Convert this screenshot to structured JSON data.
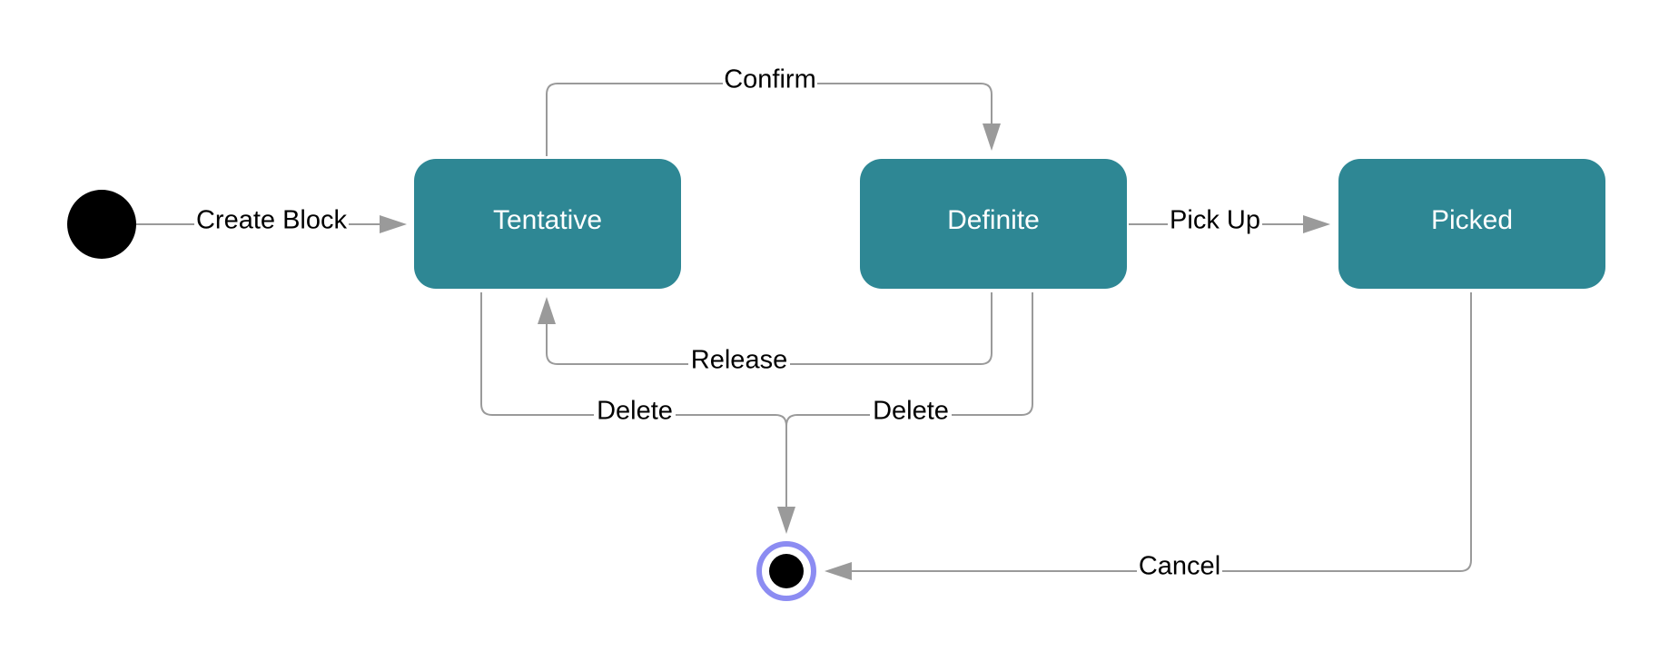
{
  "diagram": {
    "type": "state-machine",
    "colors": {
      "state_fill": "#2e8794",
      "state_text": "#ffffff",
      "edge": "#9a9a9a",
      "initial_node": "#000000",
      "final_ring": "#8c8cf2",
      "label_text": "#000000"
    },
    "states": {
      "tentative": "Tentative",
      "definite": "Definite",
      "picked": "Picked"
    },
    "transitions": {
      "create_block": "Create Block",
      "confirm": "Confirm",
      "pick_up": "Pick Up",
      "release": "Release",
      "delete_from_tentative": "Delete",
      "delete_from_definite": "Delete",
      "cancel": "Cancel"
    }
  }
}
